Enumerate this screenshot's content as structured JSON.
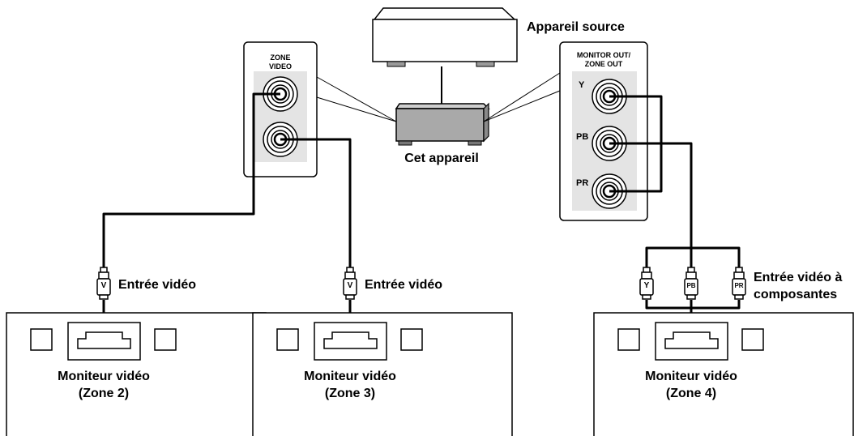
{
  "labels": {
    "source_device": "Appareil source",
    "this_unit": "Cet appareil",
    "zone_video_1": "ZONE",
    "zone_video_2": "VIDEO",
    "monitor_out_1": "MONITOR OUT/",
    "monitor_out_2": "ZONE OUT",
    "jack_y": "Y",
    "jack_pb": "PB",
    "jack_pr": "PR",
    "video_input": "Entrée vidéo",
    "component_input_1": "Entrée vidéo à",
    "component_input_2": "composantes",
    "plug_v": "V",
    "plug_y": "Y",
    "plug_pb": "PB",
    "plug_pr": "PR"
  },
  "monitors": [
    {
      "name": "Moniteur vidéo",
      "zone": "(Zone 2)"
    },
    {
      "name": "Moniteur vidéo",
      "zone": "(Zone 3)"
    },
    {
      "name": "Moniteur vidéo",
      "zone": "(Zone 4)"
    }
  ]
}
